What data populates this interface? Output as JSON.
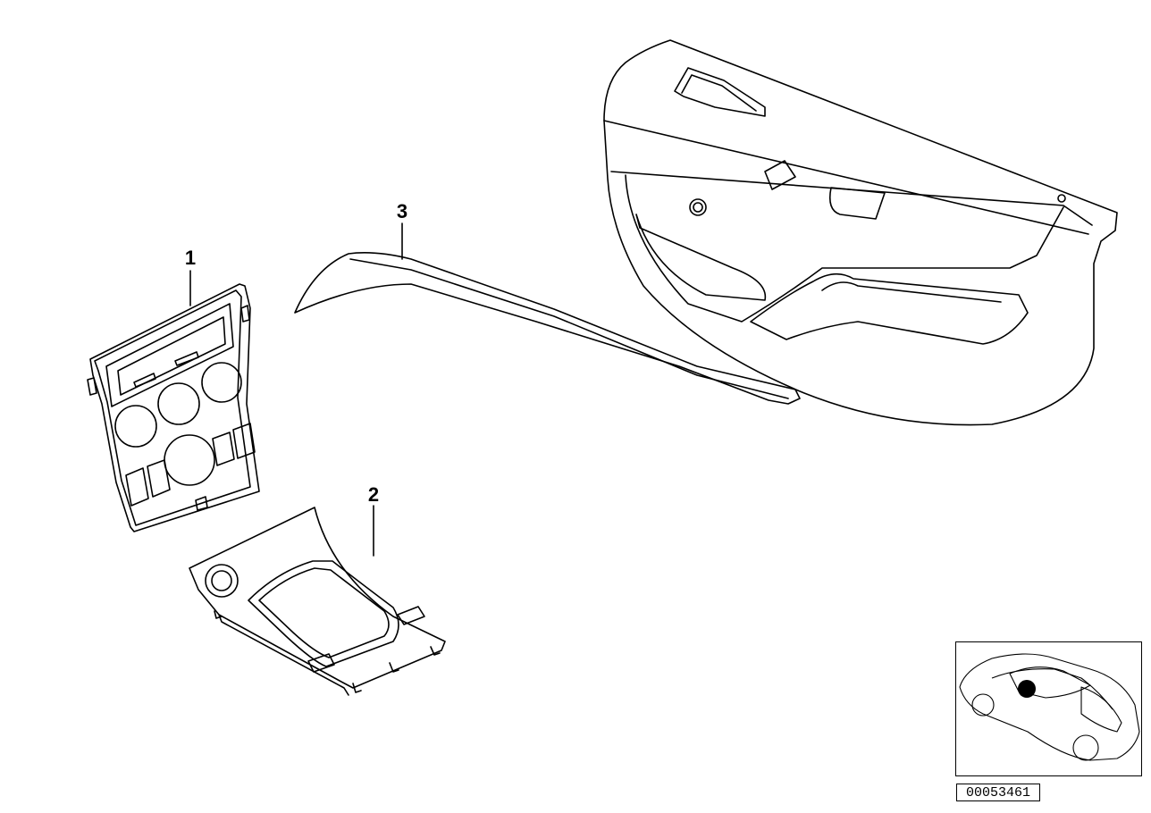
{
  "callouts": [
    {
      "label": "1"
    },
    {
      "label": "2"
    },
    {
      "label": "3"
    }
  ],
  "reference_number": "00053461",
  "parts": [
    {
      "name": "center-console-panel-icon"
    },
    {
      "name": "shift-surround-trim-icon"
    },
    {
      "name": "dashboard-trim-strip-icon"
    },
    {
      "name": "door-trim-panel-icon"
    }
  ],
  "locator": {
    "icon": "car-locator-icon",
    "marker_color": "#000000"
  }
}
